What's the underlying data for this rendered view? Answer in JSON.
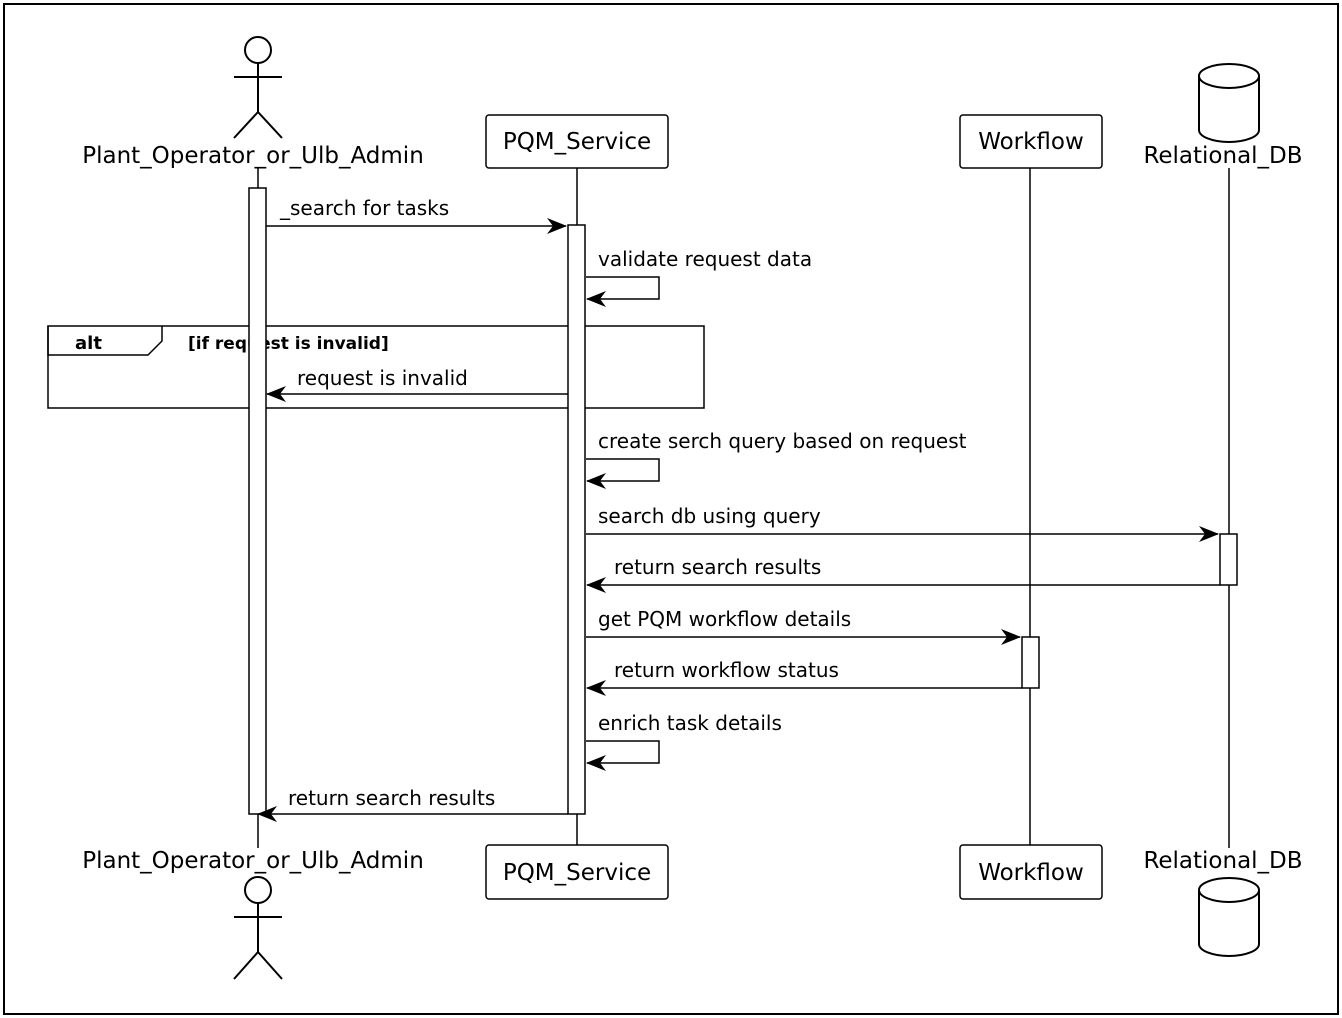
{
  "participants": {
    "actor": {
      "name": "Plant_Operator_or_Ulb_Admin",
      "icon": "stick-figure-icon"
    },
    "service": {
      "name": "PQM_Service"
    },
    "workflow": {
      "name": "Workflow"
    },
    "database": {
      "name": "Relational_DB",
      "icon": "database-cylinder-icon"
    }
  },
  "messages": [
    {
      "label": "_search for tasks"
    },
    {
      "label": "validate request data"
    },
    {
      "label": "request is invalid"
    },
    {
      "label": "create serch query based on request"
    },
    {
      "label": "search db using query"
    },
    {
      "label": "return search results"
    },
    {
      "label": "get PQM workflow details"
    },
    {
      "label": "return workflow status"
    },
    {
      "label": "enrich task details"
    },
    {
      "label": "return search results"
    }
  ],
  "fragment": {
    "keyword": "alt",
    "guard": "[if request is invalid]"
  },
  "colors": {
    "stroke": "#000000",
    "background": "#ffffff"
  }
}
